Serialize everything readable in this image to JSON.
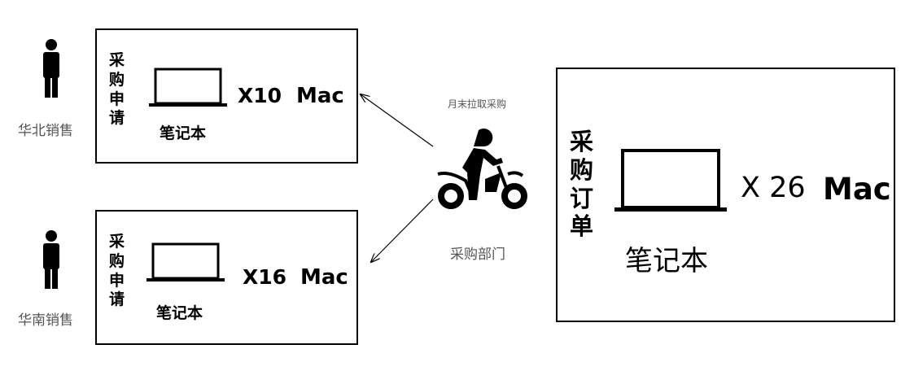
{
  "requests": [
    {
      "region": "华北销售",
      "doc_label": "采购申请",
      "qty": "X10",
      "brand": "Mac",
      "item": "笔记本"
    },
    {
      "region": "华南销售",
      "doc_label": "采购申请",
      "qty": "X16",
      "brand": "Mac",
      "item": "笔记本"
    }
  ],
  "middle": {
    "action": "月末拉取采购",
    "department": "采购部门"
  },
  "order": {
    "doc_label": "采购订单",
    "qty": "X 26",
    "brand": "Mac",
    "item": "笔记本"
  }
}
